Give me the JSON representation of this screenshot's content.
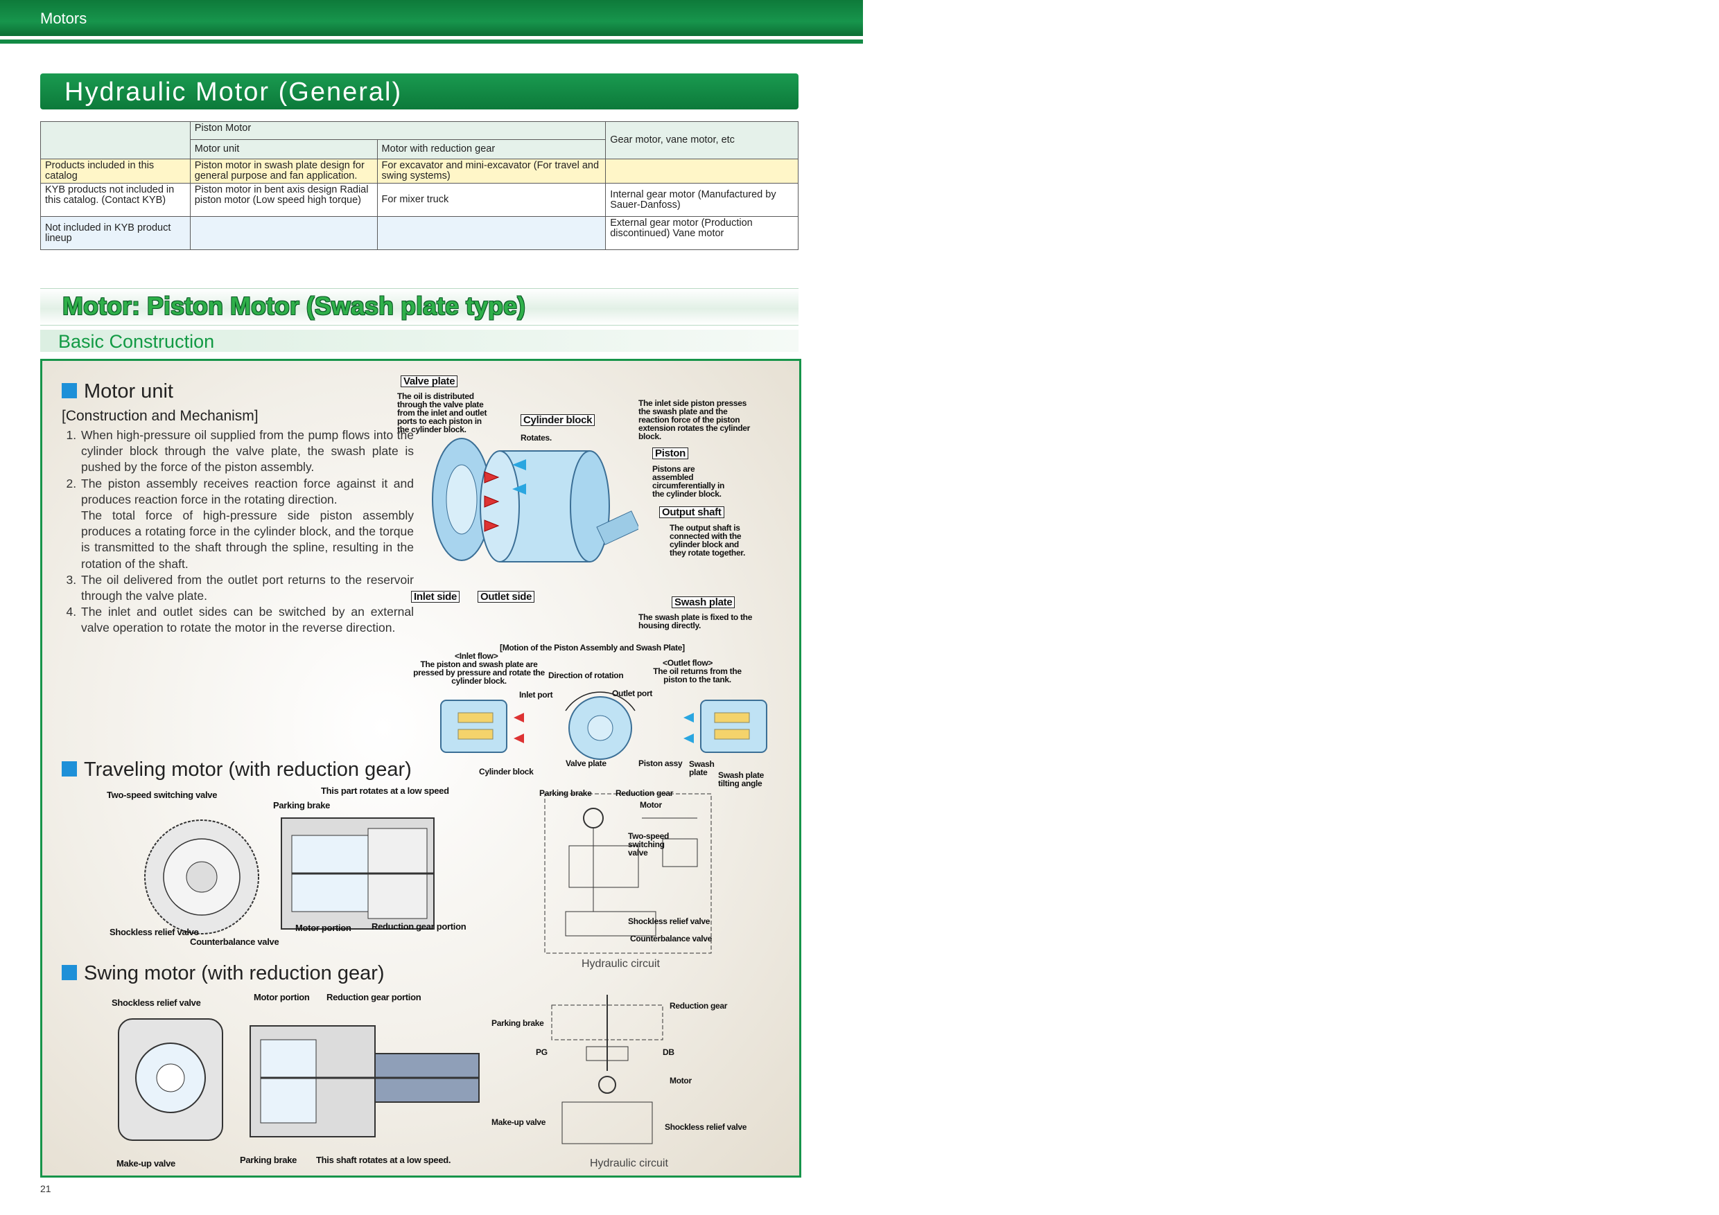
{
  "header": {
    "section": "Motors"
  },
  "title": "Hydraulic Motor (General)",
  "table": {
    "h_piston": "Piston Motor",
    "h_unit": "Motor unit",
    "h_reduction": "Motor with reduction gear",
    "h_other": "Gear motor, vane motor, etc",
    "r1_label": "Products included in this catalog",
    "r1_unit": "Piston motor in swash plate design for general purpose and fan application.",
    "r1_reduction": "For excavator and mini-excavator (For travel and swing systems)",
    "r1_other": "",
    "r2_label": "KYB products not included in this catalog. (Contact KYB)",
    "r2_unit": "Piston motor in bent axis design Radial piston motor (Low speed high torque)",
    "r2_reduction": "For mixer truck",
    "r2_other": "Internal gear motor (Manufactured by Sauer-Danfoss)",
    "r3_label": "Not included in KYB product lineup",
    "r3_unit": "",
    "r3_reduction": "",
    "r3_other": "External gear motor (Production discontinued) Vane motor"
  },
  "section2_title": "Motor: Piston Motor (Swash plate type)",
  "subheading": "Basic Construction",
  "motor_unit": {
    "heading": "Motor unit",
    "subheading": "[Construction and Mechanism]",
    "steps": [
      "When high-pressure oil supplied from the pump flows into the cylinder block through the valve plate, the swash plate is pushed by the force of the piston assembly.",
      "The piston assembly receives reaction force against it and produces reaction force in the rotating direction.",
      "The total force of high-pressure side piston assembly produces a rotating force in the cylinder block, and the torque is transmitted to the shaft through the spline, resulting in the rotation of the shaft.",
      "The oil delivered from the outlet port returns to the reservoir through the valve plate.",
      "The inlet and outlet sides can be switched by an external valve operation to rotate the motor in the reverse direction."
    ]
  },
  "diagram_labels": {
    "valve_plate": "Valve plate",
    "valve_plate_desc": "The oil is distributed through the valve plate from the inlet and outlet ports to each piston in the cylinder block.",
    "cylinder_block": "Cylinder block",
    "cylinder_block_desc": "Rotates.",
    "inlet_piston_desc": "The inlet side piston presses the swash plate and the reaction force of the piston extension rotates the cylinder block.",
    "piston": "Piston",
    "piston_desc": "Pistons are assembled circumferentially in the cylinder block.",
    "output_shaft": "Output shaft",
    "output_shaft_desc": "The output shaft is connected with the cylinder block and they rotate together.",
    "inlet_side": "Inlet side",
    "outlet_side": "Outlet side",
    "swash_plate": "Swash plate",
    "swash_plate_desc": "The swash plate is fixed to the housing directly.",
    "motion_title": "[Motion of the Piston Assembly and Swash Plate]",
    "inlet_flow": "<Inlet flow>",
    "inlet_flow_desc": "The piston and swash plate are pressed by pressure and rotate the cylinder block.",
    "direction": "Direction of rotation",
    "outlet_flow": "<Outlet flow>",
    "outlet_flow_desc": "The oil returns from the piston to the tank.",
    "inlet_port": "Inlet port",
    "outlet_port": "Outlet port",
    "valve_plate2": "Valve plate",
    "piston_assy": "Piston assy",
    "swash_plate2": "Swash plate",
    "cylinder_block2": "Cylinder block",
    "tilting": "Swash plate tilting angle"
  },
  "traveling": {
    "heading": "Traveling motor (with reduction gear)",
    "two_speed": "Two-speed switching valve",
    "rotates": "This part rotates at a low speed",
    "parking": "Parking brake",
    "shockless": "Shockless relief valve",
    "counterbalance": "Counterbalance valve",
    "motor_portion": "Motor portion",
    "reduction_portion": "Reduction gear portion",
    "c_parking": "Parking brake",
    "c_reduction": "Reduction gear",
    "c_motor": "Motor",
    "c_two_speed": "Two-speed switching valve",
    "c_shockless": "Shockless relief valve",
    "c_counterbalance": "Counterbalance valve",
    "caption": "Hydraulic circuit"
  },
  "swing": {
    "heading": "Swing motor (with reduction gear)",
    "shockless": "Shockless relief valve",
    "motor_portion": "Motor portion",
    "reduction_portion": "Reduction gear portion",
    "makeup": "Make-up valve",
    "parking": "Parking brake",
    "shaft": "This shaft rotates at a low speed.",
    "c_reduction": "Reduction gear",
    "c_parking": "Parking brake",
    "c_motor": "Motor",
    "c_makeup": "Make-up valve",
    "c_shockless": "Shockless relief valve",
    "c_pg": "PG",
    "c_db": "DB",
    "caption": "Hydraulic circuit"
  },
  "page_number": "21"
}
